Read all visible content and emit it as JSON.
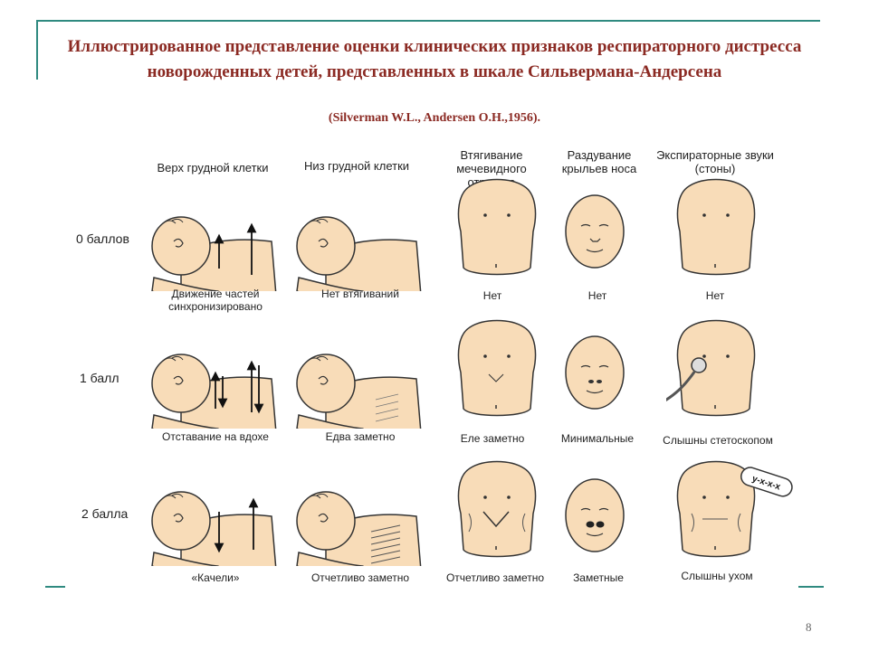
{
  "title": "Иллюстрированное представление оценки клинических признаков респираторного дистресса новорожденных детей, представленных в шкале Сильвермана-Андерсена",
  "subtitle": "(Silverman W.L., Andersen O.H.,1956).",
  "columns": [
    "Верх грудной клетки",
    "Низ грудной клетки",
    "Втягивание мечевидного отростка",
    "Раздувание крыльев носа",
    "Экспираторные звуки (стоны)"
  ],
  "rows": [
    {
      "score": "0 баллов",
      "captions": [
        "Движение частей синхронизировано",
        "Нет втягиваний",
        "Нет",
        "Нет",
        "Нет"
      ]
    },
    {
      "score": "1 балл",
      "captions": [
        "Отставание на вдохе",
        "Едва заметно",
        "Еле заметно",
        "Минимальные",
        "Слышны стетоскопом"
      ]
    },
    {
      "score": "2 балла",
      "captions": [
        "«Качели»",
        "Отчетливо заметно",
        "Отчетливо заметно",
        "Заметные",
        "Слышны ухом"
      ]
    }
  ],
  "grunt_text": "у-х-х-х",
  "page_number": "8",
  "colors": {
    "title": "#8b2a23",
    "frame": "#2f8a80",
    "skin": "#f8dcb8",
    "outline": "#333333"
  }
}
